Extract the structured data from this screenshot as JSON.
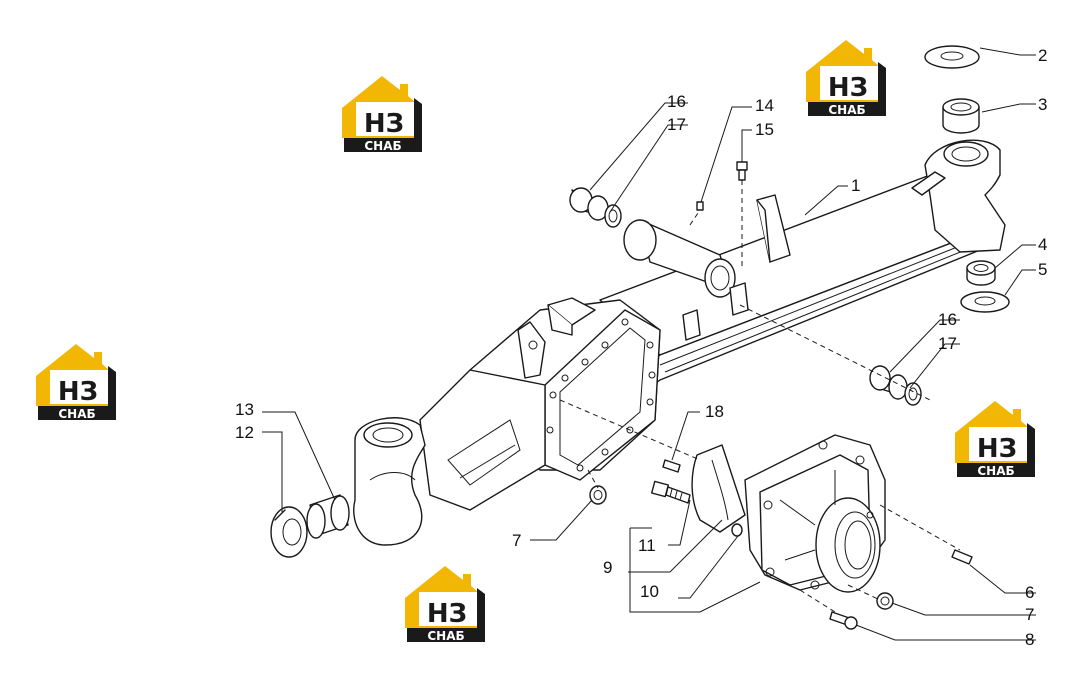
{
  "diagram": {
    "callouts": [
      {
        "id": "c1",
        "label": "1"
      },
      {
        "id": "c2",
        "label": "2"
      },
      {
        "id": "c3",
        "label": "3"
      },
      {
        "id": "c4",
        "label": "4"
      },
      {
        "id": "c5",
        "label": "5"
      },
      {
        "id": "c6",
        "label": "6"
      },
      {
        "id": "c7a",
        "label": "7"
      },
      {
        "id": "c7b",
        "label": "7"
      },
      {
        "id": "c8",
        "label": "8"
      },
      {
        "id": "c9",
        "label": "9"
      },
      {
        "id": "c10",
        "label": "10"
      },
      {
        "id": "c11",
        "label": "11"
      },
      {
        "id": "c12",
        "label": "12"
      },
      {
        "id": "c13",
        "label": "13"
      },
      {
        "id": "c14",
        "label": "14"
      },
      {
        "id": "c15",
        "label": "15"
      },
      {
        "id": "c16a",
        "label": "16"
      },
      {
        "id": "c17a",
        "label": "17"
      },
      {
        "id": "c16b",
        "label": "16"
      },
      {
        "id": "c17b",
        "label": "17"
      },
      {
        "id": "c18",
        "label": "18"
      }
    ]
  },
  "watermark": {
    "letters": "НЗ",
    "word": "СНАБ",
    "accent_color": "#f2b705",
    "dark_color": "#1a1a1a"
  }
}
